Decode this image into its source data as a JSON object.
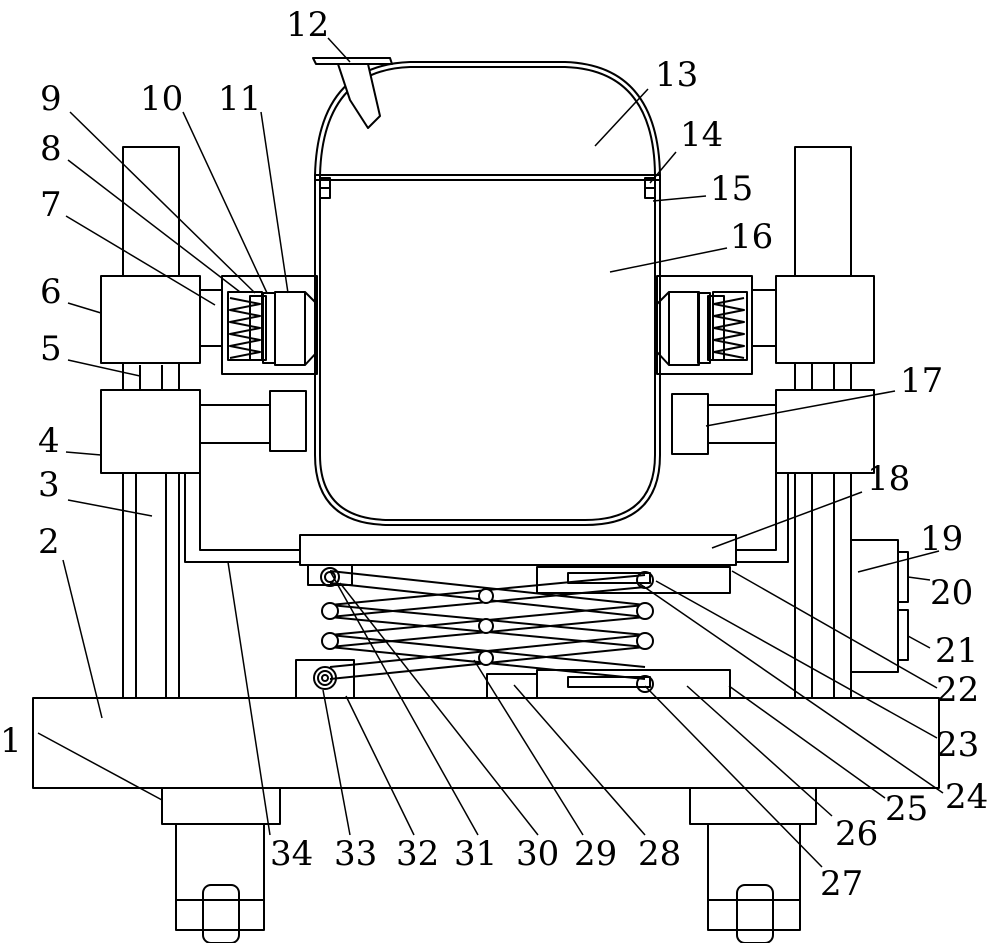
{
  "figure": {
    "labels": [
      "1",
      "2",
      "3",
      "4",
      "5",
      "6",
      "7",
      "8",
      "9",
      "10",
      "11",
      "12",
      "13",
      "14",
      "15",
      "16",
      "17",
      "18",
      "19",
      "20",
      "21",
      "22",
      "23",
      "24",
      "25",
      "26",
      "27",
      "28",
      "29",
      "30",
      "31",
      "32",
      "33",
      "34"
    ]
  }
}
